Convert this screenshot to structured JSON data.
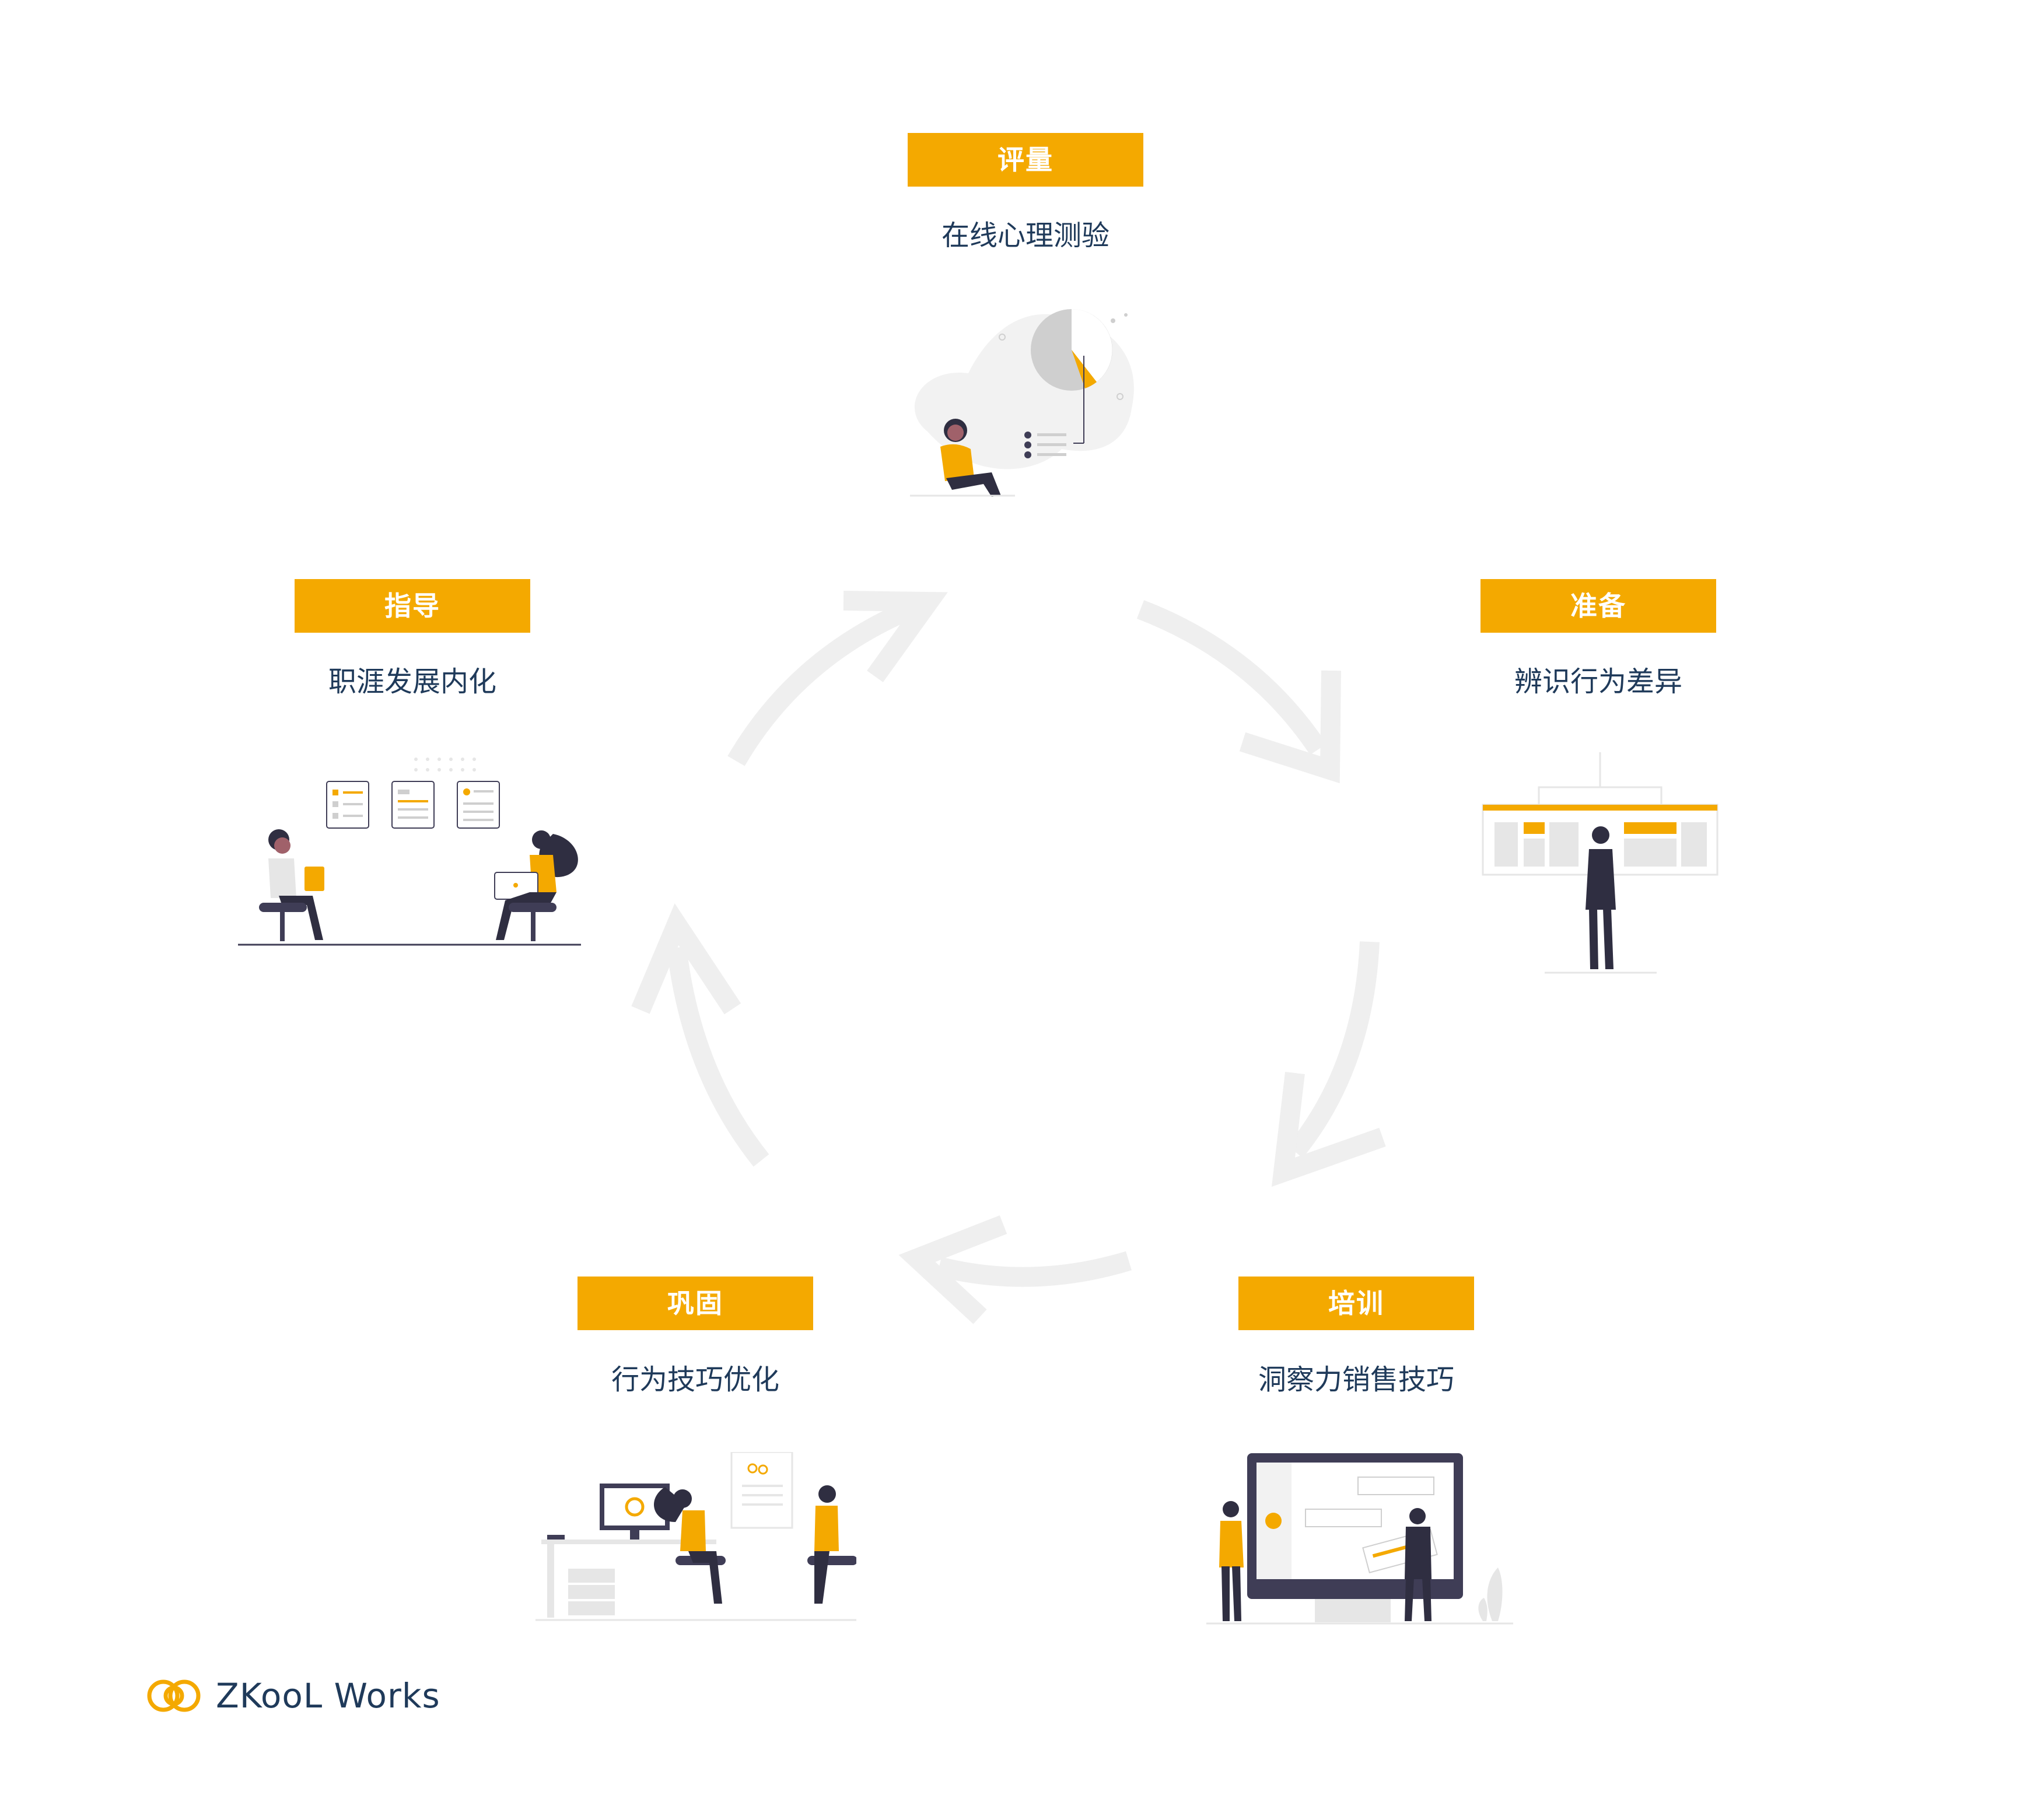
{
  "colors": {
    "accent": "#F4A900",
    "text_dark": "#1f3a5a",
    "arrow_gray": "#efefef",
    "figure_dark": "#2f2e41",
    "light_gray": "#e6e6e6"
  },
  "cycle": [
    {
      "id": "assess",
      "badge": "评量",
      "desc": "在线心理测验"
    },
    {
      "id": "prepare",
      "badge": "准备",
      "desc": "辨识行为差异"
    },
    {
      "id": "train",
      "badge": "培训",
      "desc": "洞察力销售技巧"
    },
    {
      "id": "consolidate",
      "badge": "巩固",
      "desc": "行为技巧优化"
    },
    {
      "id": "coach",
      "badge": "指导",
      "desc": "职涯发展内化"
    }
  ],
  "brand": {
    "name": "ZKooL Works"
  }
}
